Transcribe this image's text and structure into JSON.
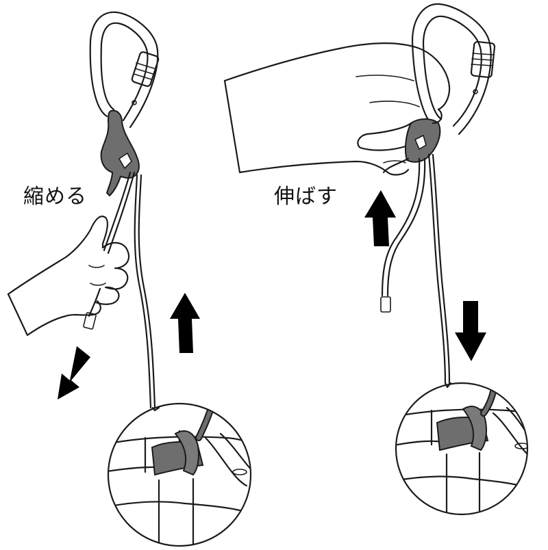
{
  "labels": {
    "shorten": "縮める",
    "extend": "伸ばす"
  },
  "colors": {
    "line": "#1a1a1a",
    "device": "#6e6e6e",
    "arrow": "#000000",
    "background": "#ffffff"
  },
  "panels": [
    {
      "id": "left",
      "label_key": "shorten",
      "pull_direction": "down-left",
      "rope_direction": "up"
    },
    {
      "id": "right",
      "label_key": "extend",
      "pull_direction": "up",
      "rope_direction": "down"
    }
  ]
}
